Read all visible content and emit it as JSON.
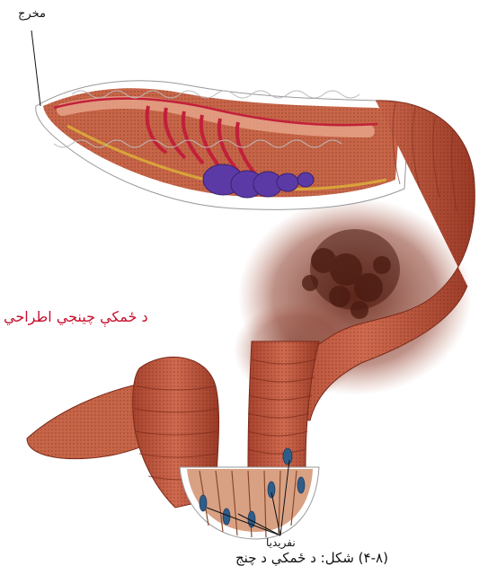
{
  "labels": {
    "outlet": "مخرج",
    "excretory_system": "د ځمکې چينجي اطراحي",
    "nephridia": "نفریدیا",
    "caption": "(۴-۸) شکل: د ځمکې د چنج"
  },
  "colors": {
    "background": "#ffffff",
    "worm_body": "#c0553f",
    "worm_dark": "#8e3422",
    "worm_light": "#e08a6e",
    "soil": "#6b2a1c",
    "vessels": "#c2203a",
    "gut": "#5b3aa6",
    "nephridia_blue": "#2f5d8a",
    "highlight_label": "#c8102e"
  }
}
